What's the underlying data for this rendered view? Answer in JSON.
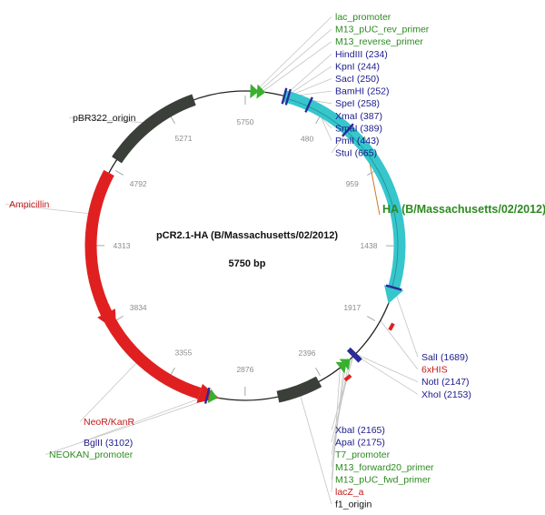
{
  "plasmid": {
    "name": "pCR2.1-HA (B/Massachusetts/02/2012)",
    "size_label": "5750 bp",
    "length": 5750
  },
  "colors": {
    "ha": "#36c6cc",
    "ampicillin": "#e02020",
    "neo": "#e02020",
    "origin": "#3b3f3a",
    "promoter": "#39b030",
    "enzyme": "#2a2a9a",
    "label_blue": "#1a1a8c",
    "label_green": "#2c8a20",
    "label_red": "#c41818",
    "label_black": "#111111"
  },
  "features": [
    {
      "id": "ha",
      "name": "HA (B/Massachusetts/02/2012)",
      "start": 234,
      "end": 1689,
      "kind": "ha"
    },
    {
      "id": "ampicillin",
      "name": "Ampicillin",
      "start": 3900,
      "end": 4761,
      "kind": "ampicillin"
    },
    {
      "id": "neokan",
      "name": "NeoR/KanR",
      "start": 3150,
      "end": 3945,
      "kind": "neo"
    },
    {
      "id": "pbr322",
      "name": "pBR322_origin",
      "start": 4850,
      "end": 5440,
      "kind": "origin"
    },
    {
      "id": "f1",
      "name": "f1_origin",
      "start": 2420,
      "end": 2680,
      "kind": "origin"
    }
  ],
  "ticks": [
    {
      "pos": 480,
      "label": "480"
    },
    {
      "pos": 959,
      "label": "959"
    },
    {
      "pos": 1438,
      "label": "1438"
    },
    {
      "pos": 1917,
      "label": "1917"
    },
    {
      "pos": 2396,
      "label": "2396"
    },
    {
      "pos": 2876,
      "label": "2876"
    },
    {
      "pos": 3355,
      "label": "3355"
    },
    {
      "pos": 3834,
      "label": "3834"
    },
    {
      "pos": 4313,
      "label": "4313"
    },
    {
      "pos": 4792,
      "label": "4792"
    },
    {
      "pos": 5271,
      "label": "5271"
    },
    {
      "pos": 5750,
      "label": "5750"
    }
  ],
  "labels": {
    "top": [
      {
        "text": "lac_promoter",
        "color": "label_green",
        "pos": 60
      },
      {
        "text": "M13_pUC_rev_primer",
        "color": "label_green",
        "pos": 80
      },
      {
        "text": "M13_reverse_primer",
        "color": "label_green",
        "pos": 100
      },
      {
        "text": "HindIII (234)",
        "color": "label_blue",
        "pos": 234
      },
      {
        "text": "KpnI (244)",
        "color": "label_blue",
        "pos": 244
      },
      {
        "text": "SacI (250)",
        "color": "label_blue",
        "pos": 250
      },
      {
        "text": "BamHI (252)",
        "color": "label_blue",
        "pos": 252
      },
      {
        "text": "SpeI (258)",
        "color": "label_blue",
        "pos": 258
      },
      {
        "text": "XmaI (387)",
        "color": "label_blue",
        "pos": 387
      },
      {
        "text": "SmaI (389)",
        "color": "label_blue",
        "pos": 389
      },
      {
        "text": "PmlI (443)",
        "color": "label_blue",
        "pos": 443
      },
      {
        "text": "StuI (665)",
        "color": "label_blue",
        "pos": 665
      }
    ],
    "right_mid": [
      {
        "text": "SalI (1689)",
        "color": "label_blue",
        "pos": 1689
      },
      {
        "text": "6xHIS",
        "color": "label_red",
        "pos": 1900
      },
      {
        "text": "NotI (2147)",
        "color": "label_blue",
        "pos": 2147
      },
      {
        "text": "XhoI (2153)",
        "color": "label_blue",
        "pos": 2153
      }
    ],
    "bottom": [
      {
        "text": "XbaI (2165)",
        "color": "label_blue",
        "pos": 2165
      },
      {
        "text": "ApaI (2175)",
        "color": "label_blue",
        "pos": 2175
      },
      {
        "text": "T7_promoter",
        "color": "label_green",
        "pos": 2200
      },
      {
        "text": "M13_forward20_primer",
        "color": "label_green",
        "pos": 2225
      },
      {
        "text": "M13_pUC_fwd_primer",
        "color": "label_green",
        "pos": 2240
      },
      {
        "text": "lacZ_a",
        "color": "label_red",
        "pos": 2270
      },
      {
        "text": "f1_origin",
        "color": "label_black",
        "pos": 2550
      }
    ],
    "left": [
      {
        "text": "pBR322_origin",
        "color": "label_black",
        "pos": 5150
      },
      {
        "text": "Ampicillin",
        "color": "label_red",
        "pos": 4500
      },
      {
        "text": "NeoR/KanR",
        "color": "label_red",
        "pos": 3560
      },
      {
        "text": "BglII (3102)",
        "color": "label_blue",
        "pos": 3102
      },
      {
        "text": "NEOKAN_promoter",
        "color": "label_green",
        "pos": 3060
      }
    ],
    "ha_label": {
      "text": "HA (B/Massachusetts/02/2012)",
      "color": "label_green",
      "pos": 760
    }
  },
  "enzyme_marks": [
    234,
    258,
    389,
    665,
    1689,
    2147,
    2153,
    2165,
    3102
  ],
  "promoter_marks": [
    {
      "pos": 60,
      "dir": 1
    },
    {
      "pos": 100,
      "dir": 1
    },
    {
      "pos": 2210,
      "dir": -1
    },
    {
      "pos": 2240,
      "dir": -1
    },
    {
      "pos": 3060,
      "dir": -1
    }
  ],
  "small_marks": [
    {
      "pos": 1900,
      "kind": "neo"
    },
    {
      "pos": 2270,
      "kind": "neo"
    }
  ]
}
